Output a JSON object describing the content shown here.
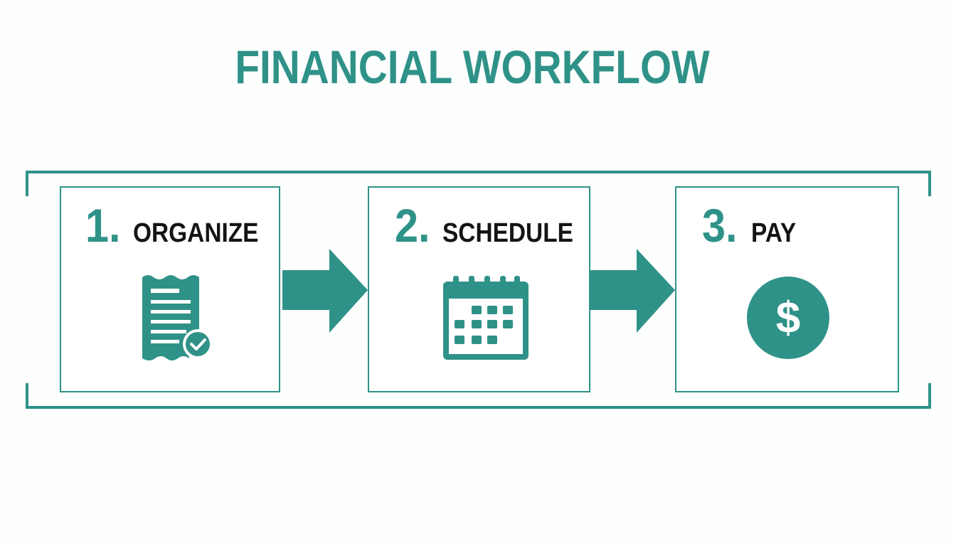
{
  "colors": {
    "accent": "#2f9288",
    "text_dark": "#141414",
    "background": "#fdfefe"
  },
  "title": "FINANCIAL WORKFLOW",
  "steps": [
    {
      "number": "1.",
      "label": "ORGANIZE",
      "icon": "receipt-checkmark-icon"
    },
    {
      "number": "2.",
      "label": "SCHEDULE",
      "icon": "calendar-icon"
    },
    {
      "number": "3.",
      "label": "PAY",
      "icon": "dollar-coin-icon"
    }
  ],
  "connectors": [
    "arrow-right-icon",
    "arrow-right-icon"
  ]
}
